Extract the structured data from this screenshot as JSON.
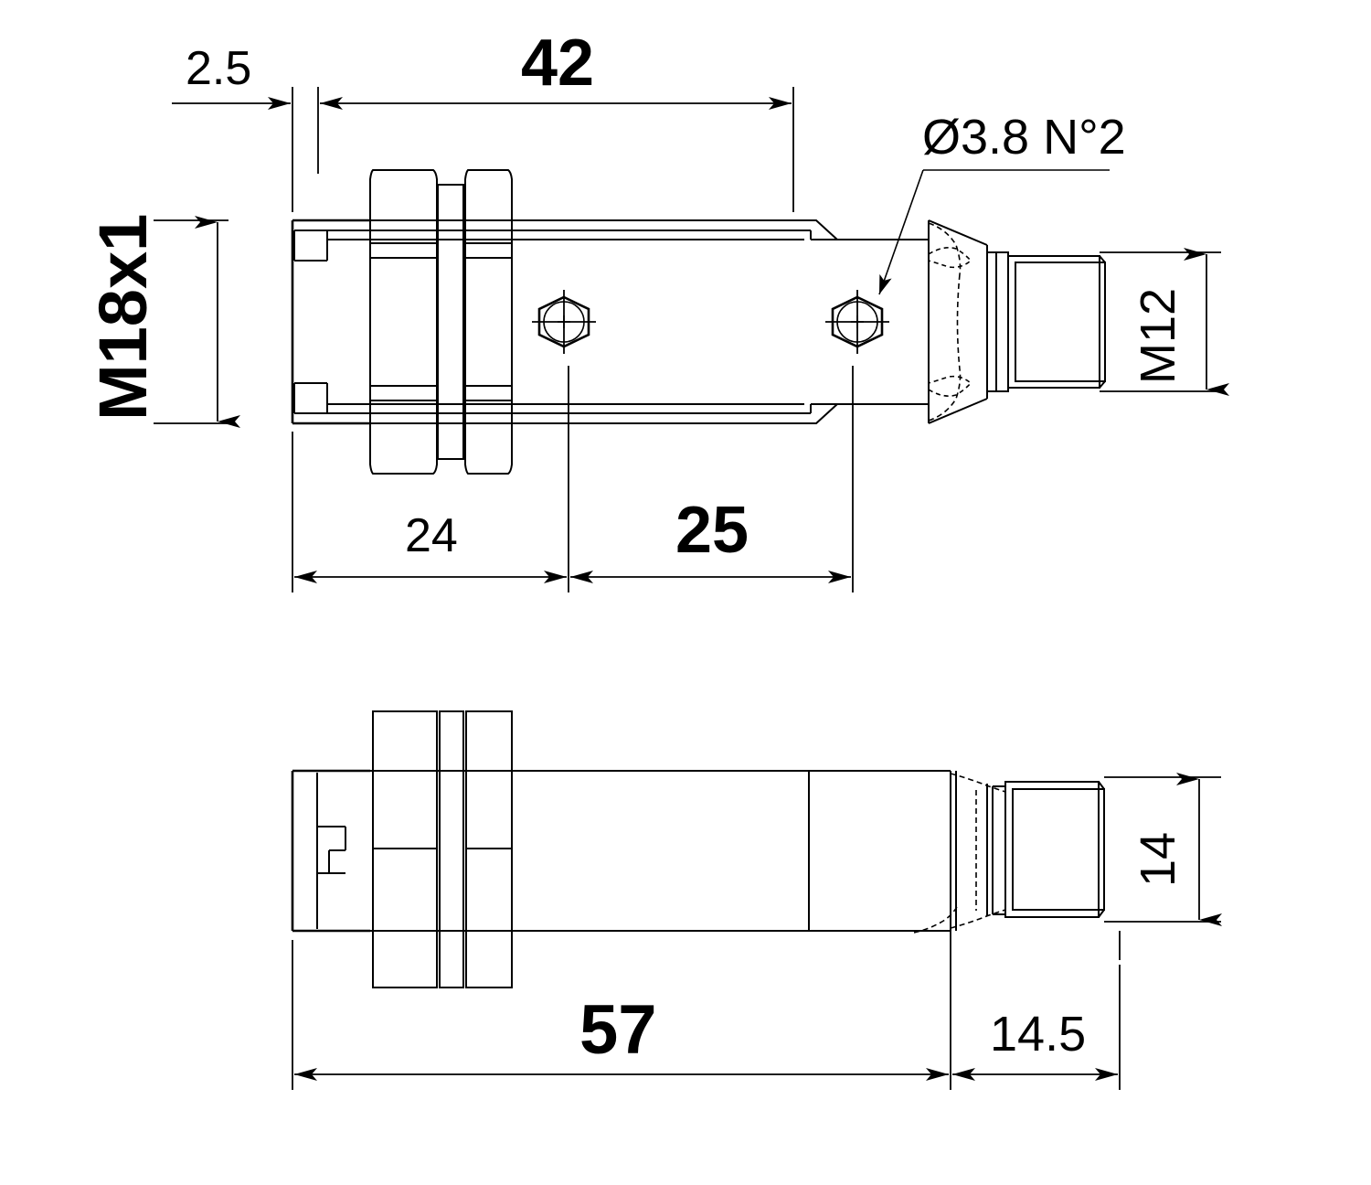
{
  "drawing": {
    "title": "Inductive sensor dimensional drawing",
    "units": "mm",
    "line_color": "#000000",
    "background_color": "#ffffff",
    "views": [
      {
        "name": "front-view",
        "description": "Sectioned front view of M18x1 barrel sensor with two lock nuts, washer, two hex set screws and M12 connector"
      },
      {
        "name": "side-view",
        "description": "Side view of the same sensor showing overall length and connector"
      }
    ]
  },
  "dimensions": {
    "d_2_5": {
      "value": "2.5",
      "weight": "regular",
      "view": "front-view",
      "orientation": "horizontal"
    },
    "d_42": {
      "value": "42",
      "weight": "bold",
      "view": "front-view",
      "orientation": "horizontal"
    },
    "d_m18x1": {
      "value": "M18x1",
      "weight": "bold",
      "view": "front-view",
      "orientation": "vertical"
    },
    "d_hole": {
      "value": "Ø3.8 N°2",
      "weight": "regular",
      "view": "front-view",
      "orientation": "horizontal"
    },
    "d_m12": {
      "value": "M12",
      "weight": "regular",
      "view": "front-view",
      "orientation": "vertical"
    },
    "d_24": {
      "value": "24",
      "weight": "regular",
      "view": "front-view",
      "orientation": "horizontal"
    },
    "d_25": {
      "value": "25",
      "weight": "bold",
      "view": "front-view",
      "orientation": "horizontal"
    },
    "d_57": {
      "value": "57",
      "weight": "bold",
      "view": "side-view",
      "orientation": "horizontal"
    },
    "d_14_5": {
      "value": "14.5",
      "weight": "regular",
      "view": "side-view",
      "orientation": "horizontal"
    },
    "d_14": {
      "value": "14",
      "weight": "regular",
      "view": "side-view",
      "orientation": "vertical"
    }
  },
  "features": {
    "lock_nut_1": "hex-lock-nut",
    "lock_nut_2": "hex-lock-nut",
    "washer": "flat-washer",
    "set_screw_1": "hex-set-screw",
    "set_screw_2": "hex-set-screw",
    "connector": "m12-male-connector",
    "sensing_face": "sensing-face"
  }
}
